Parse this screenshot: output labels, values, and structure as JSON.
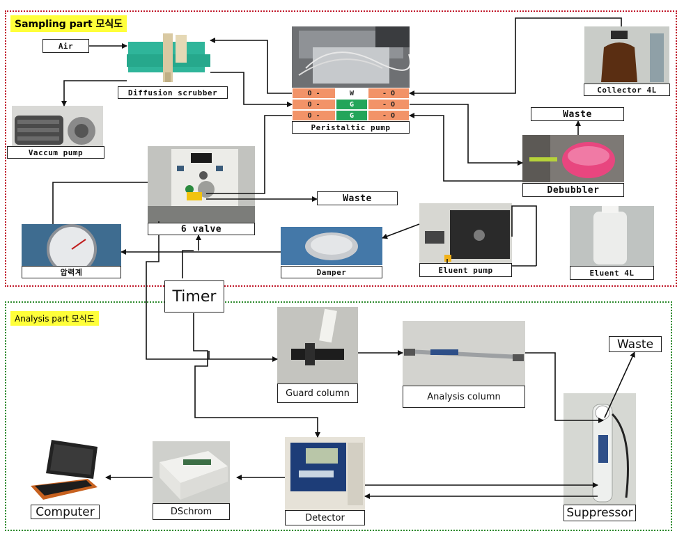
{
  "sampling": {
    "title": "Sampling part 모식도",
    "labels": {
      "air": "Air",
      "diffusion_scrubber": "Diffusion scrubber",
      "vaccum_pump": "Vaccum pump",
      "peristaltic_pump": "Peristaltic pump",
      "collector": "Collector 4L",
      "waste_top": "Waste",
      "debubbler": "Debubbler",
      "six_valve": "6 valve",
      "waste_mid": "Waste",
      "pressure_gauge": "압력계",
      "damper": "Damper",
      "eluent_pump": "Eluent pump",
      "eluent": "Eluent 4L"
    },
    "pump_grid": [
      [
        "O -",
        "W",
        "- O"
      ],
      [
        "O -",
        "G",
        "- O"
      ],
      [
        "O -",
        "G",
        "- O"
      ]
    ]
  },
  "timer": "Timer",
  "analysis": {
    "title": "Analysis part 모식도",
    "labels": {
      "guard_column": "Guard column",
      "analysis_column": "Analysis column",
      "waste": "Waste",
      "computer": "Computer",
      "dschrom": "DSchrom",
      "detector": "Detector",
      "suppressor": "Suppressor"
    }
  },
  "colors": {
    "sampling_border": "#c0182a",
    "analysis_border": "#2d8a2d",
    "title_highlight": "#ffff3a",
    "pump_orange": "#f29368",
    "pump_green": "#23a55a"
  },
  "icons": [
    "scrubber-photo",
    "vacuum-pump-photo",
    "peristaltic-pump-photo",
    "collector-bottle-photo",
    "debubbler-photo",
    "six-valve-photo",
    "pressure-gauge-photo",
    "damper-photo",
    "eluent-pump-photo",
    "eluent-bottle-photo",
    "guard-column-photo",
    "analysis-column-photo",
    "suppressor-photo",
    "computer-photo",
    "dschrom-photo",
    "detector-photo"
  ]
}
